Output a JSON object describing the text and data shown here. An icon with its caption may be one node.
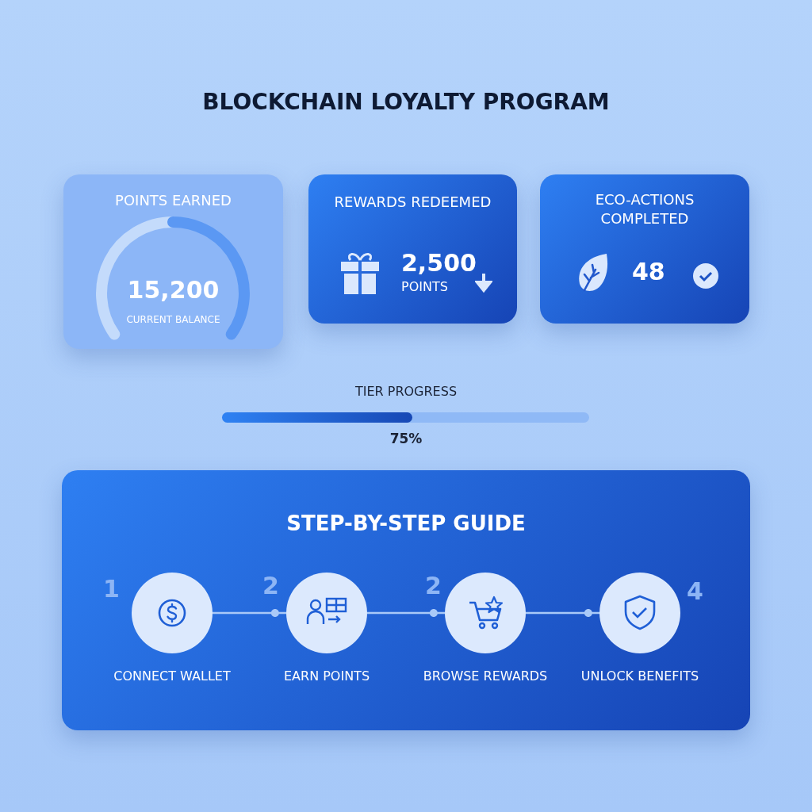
{
  "diagram": {
    "title": "BLOCKCHAIN LOYALTY PROGRAM",
    "nodes": [
      {
        "text": [
          "POINTS EARNED",
          "15,200",
          "CURRENT BALANCE"
        ]
      },
      {
        "text": [
          "REWARDS REDEEMED",
          "2,500",
          "POINTS"
        ]
      },
      {
        "text": [
          "ECO-ACTIONS COMPLETED",
          "48"
        ]
      },
      {
        "text": [
          "STEP-BY-STEP GUIDE"
        ]
      },
      {
        "text": [
          "CONNECT WALLET"
        ],
        "beside": [
          "1"
        ],
        "in": 3
      },
      {
        "text": [
          "EARN POINTS"
        ],
        "beside": [
          "2"
        ],
        "in": 3
      },
      {
        "text": [
          "BROWSE REWARDS"
        ],
        "beside": [
          "2"
        ],
        "in": 3
      },
      {
        "text": [
          "UNLOCK BENEFITS"
        ],
        "beside": [
          "4"
        ],
        "in": 3
      }
    ],
    "edges": [
      {
        "from": 4,
        "to": 5,
        "arrow": "other"
      },
      {
        "from": 5,
        "to": 6,
        "arrow": "other"
      },
      {
        "from": 6,
        "to": 7,
        "arrow": "other"
      }
    ],
    "labels": [
      "TIER PROGRESS",
      "75%"
    ]
  }
}
